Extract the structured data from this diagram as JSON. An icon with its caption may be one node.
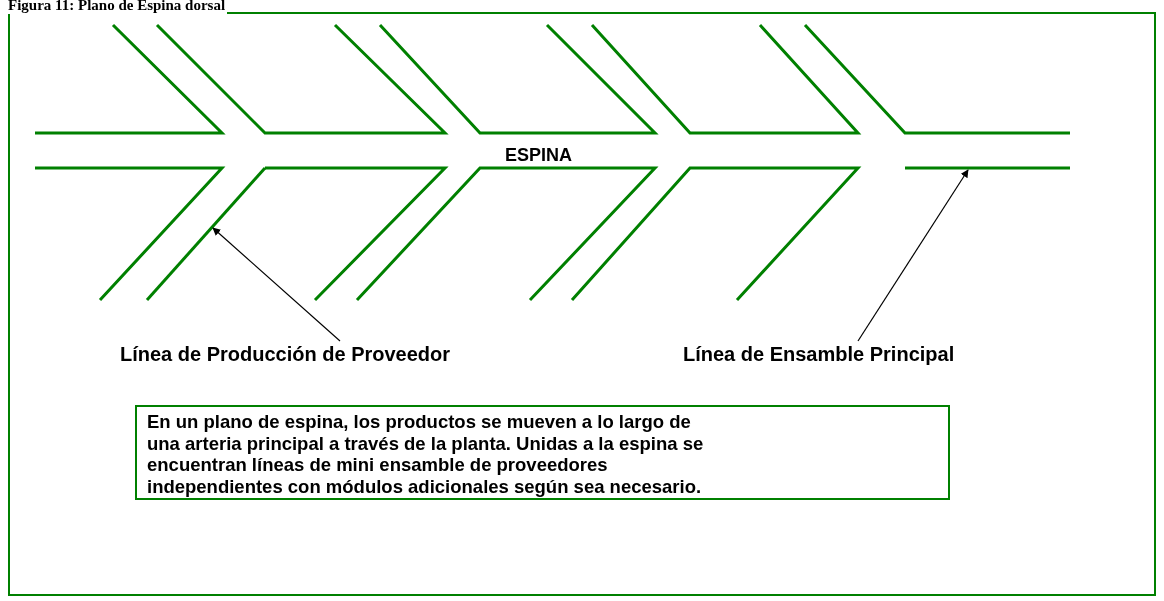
{
  "diagram": {
    "title": "Figura 11: Plano de Espina dorsal",
    "nodes": [
      {
        "text": [
          "Línea de Producción de Proveedor"
        ]
      },
      {
        "text": [],
        "shape": "line"
      },
      {
        "text": [
          "Línea de Ensamble Principal"
        ]
      },
      {
        "text": [],
        "shape": "line"
      },
      {
        "text": [
          "En un plano de espina, los productos se mueven a lo largo de una arteria principal a través de la planta. Unidas a la espina se encuentran líneas de mini ensamble de proveedores independientes con módulos adicionales según sea necesario."
        ]
      }
    ],
    "edges": [
      {
        "from": 0,
        "to": 1,
        "arrow": "to"
      },
      {
        "from": 2,
        "to": 3,
        "arrow": "to"
      }
    ],
    "labels": [
      "ESPINA"
    ]
  }
}
